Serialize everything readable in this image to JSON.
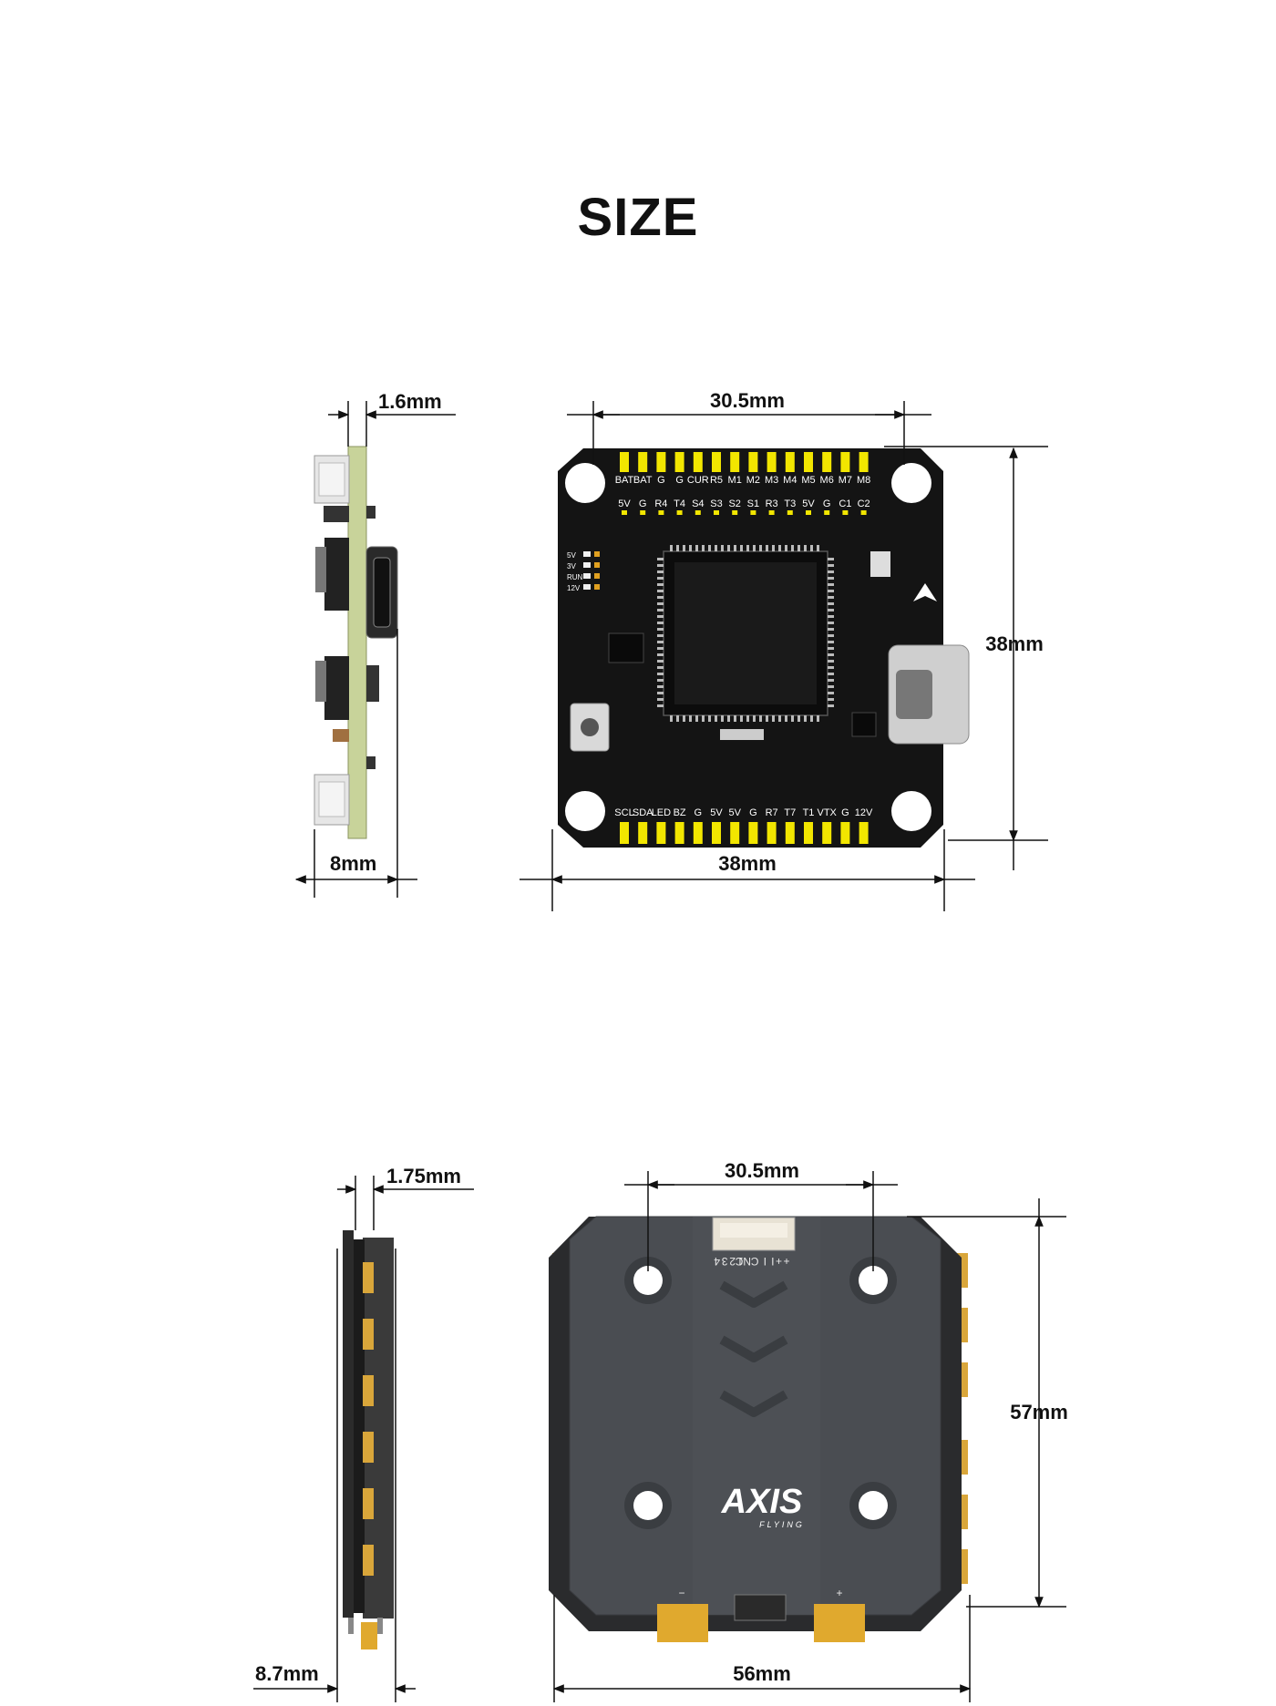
{
  "page": {
    "title": "SIZE"
  },
  "fc": {
    "thickness_label": "1.6mm",
    "mount_label": "30.5mm",
    "height_label": "38mm",
    "width_label": "38mm",
    "side_width_label": "8mm",
    "top_pads": [
      "BAT",
      "BAT",
      "G",
      "G",
      "CUR",
      "R5",
      "M1",
      "M2",
      "M3",
      "M4",
      "M5",
      "M6",
      "M7",
      "M8"
    ],
    "second_row": [
      "5V",
      "G",
      "R4",
      "T4",
      "S4",
      "S3",
      "S2",
      "S1",
      "R3",
      "T3",
      "5V",
      "G",
      "C1",
      "C2"
    ],
    "bottom_pads": [
      "SCL",
      "SDA",
      "LED",
      "BZ",
      "G",
      "5V",
      "5V",
      "G",
      "R7",
      "T7",
      "T1",
      "VTX",
      "G",
      "12V"
    ],
    "leds": [
      "5V",
      "3V",
      "RUN",
      "12V"
    ]
  },
  "esc": {
    "thickness_label": "1.75mm",
    "mount_label": "30.5mm",
    "height_label": "57mm",
    "width_label": "56mm",
    "side_width_label": "8.7mm",
    "brand": "AXIS",
    "brand_sub": "FLYING",
    "connector_pins": [
      "4",
      "3",
      "2",
      "1",
      "NC",
      "C",
      "I",
      "I",
      "+",
      "+"
    ],
    "minus_sign": "−",
    "plus_sign": "+"
  },
  "colors": {
    "pcb": "#141414",
    "pad": "#f2e600",
    "side_pcb": "#c8d39a",
    "esc_case": "#4a4d52",
    "esc_pad": "#d9a63a"
  }
}
